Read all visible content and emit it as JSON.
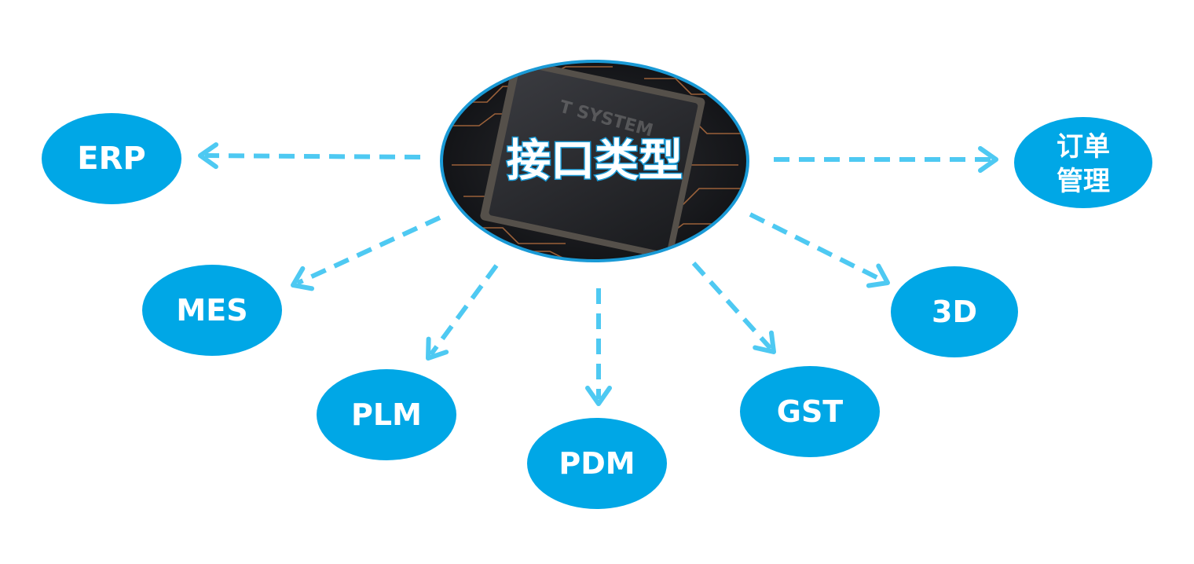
{
  "diagram": {
    "center": {
      "label": "接口类型",
      "watermark": "T SYSTEM"
    },
    "nodes": [
      {
        "id": "erp",
        "lines": [
          "ERP"
        ]
      },
      {
        "id": "order",
        "lines": [
          "订单",
          "管理"
        ]
      },
      {
        "id": "mes",
        "lines": [
          "MES"
        ]
      },
      {
        "id": "3d",
        "lines": [
          "3D"
        ]
      },
      {
        "id": "plm",
        "lines": [
          "PLM"
        ]
      },
      {
        "id": "pdm",
        "lines": [
          "PDM"
        ]
      },
      {
        "id": "gst",
        "lines": [
          "GST"
        ]
      }
    ],
    "edges": [
      {
        "from": "center",
        "to": "erp"
      },
      {
        "from": "center",
        "to": "order"
      },
      {
        "from": "center",
        "to": "mes"
      },
      {
        "from": "center",
        "to": "3d"
      },
      {
        "from": "center",
        "to": "plm"
      },
      {
        "from": "center",
        "to": "pdm"
      },
      {
        "from": "center",
        "to": "gst"
      }
    ],
    "colors": {
      "node_fill": "#00a7e6",
      "arrow": "#4ec9f2",
      "center_border": "#1a9ad6",
      "chip_dark": "#1e1f22",
      "trace": "#c77a45"
    }
  }
}
